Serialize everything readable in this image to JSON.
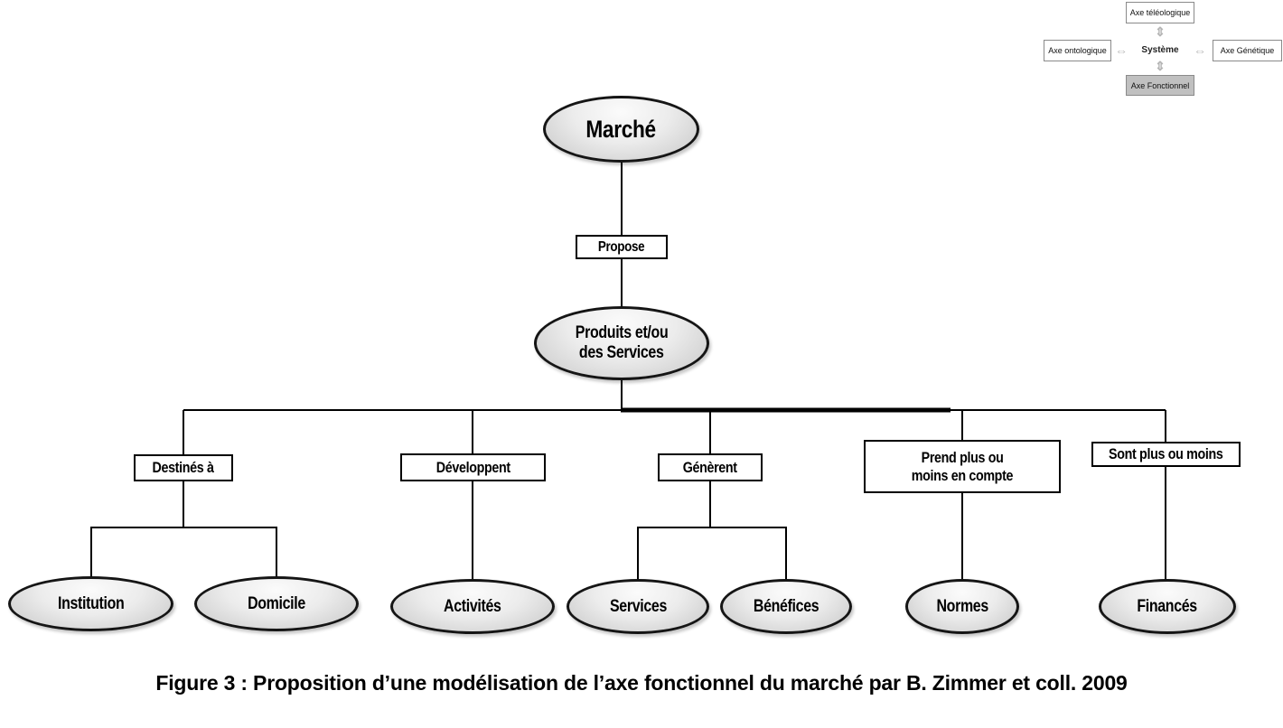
{
  "colors": {
    "ellipse_fill_light": "#fbfbfb",
    "ellipse_fill_dark": "#c7c7c7",
    "node_border": "#000000",
    "inset_border": "#8a8a8a",
    "inset_highlight_fill": "#c0c0c0",
    "inset_arrow_gray": "#b4b4b4",
    "line_color": "#000000"
  },
  "inset": {
    "top_box": "Axe téléologique",
    "left_box": "Axe ontologique",
    "center_label": "Système",
    "right_box": "Axe Génétique",
    "bottom_box": "Axe Fonctionnel",
    "horizontal_arrow": "⇔",
    "vertical_arrow": "⇕"
  },
  "diagram": {
    "root_label": "Marché",
    "propose_label": "Propose",
    "produits_line1": "Produits et/ou",
    "produits_line2": "des Services",
    "branches": [
      {
        "label": "Destinés à",
        "children": [
          "Institution",
          "Domicile"
        ]
      },
      {
        "label": "Développent",
        "children": [
          "Activités"
        ]
      },
      {
        "label": "Génèrent",
        "children": [
          "Services",
          "Bénéfices"
        ]
      },
      {
        "label_line1": "Prend plus ou",
        "label_line2": "moins en compte",
        "children": [
          "Normes"
        ]
      },
      {
        "label": "Sont plus ou moins",
        "children": [
          "Financés"
        ]
      }
    ]
  },
  "caption": "Figure 3 : Proposition d’une modélisation de l’axe fonctionnel du marché par B. Zimmer et coll. 2009"
}
